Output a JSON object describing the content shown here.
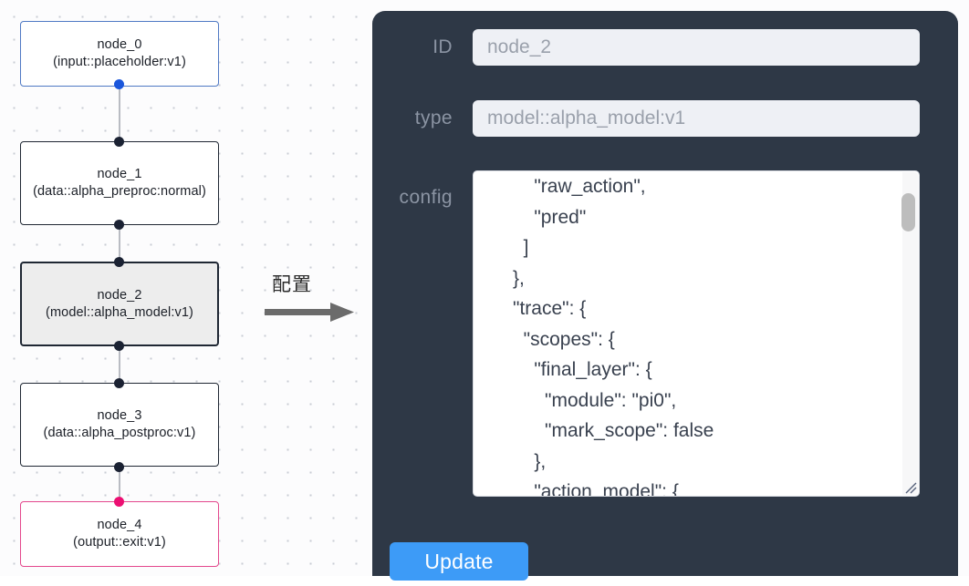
{
  "graph": {
    "nodes": [
      {
        "id": "node_0",
        "title": "node_0",
        "subtitle": "(input::placeholder:v1)",
        "kind": "input",
        "selected": false
      },
      {
        "id": "node_1",
        "title": "node_1",
        "subtitle": "(data::alpha_preproc:normal)",
        "kind": "default",
        "selected": false
      },
      {
        "id": "node_2",
        "title": "node_2",
        "subtitle": "(model::alpha_model:v1)",
        "kind": "model",
        "selected": true
      },
      {
        "id": "node_3",
        "title": "node_3",
        "subtitle": "(data::alpha_postproc:v1)",
        "kind": "default",
        "selected": false
      },
      {
        "id": "node_4",
        "title": "node_4",
        "subtitle": "(output::exit:v1)",
        "kind": "output",
        "selected": false
      }
    ],
    "colors": {
      "input_border": "#4f79c4",
      "output_border": "#e4488d",
      "default_border": "#1f2733",
      "selected_fill": "#ededed",
      "edge": "#b9bcc3",
      "port": "#1b2233",
      "port_input": "#1a56db",
      "port_output": "#ec0f72"
    }
  },
  "transition": {
    "label": "配置",
    "arrow_icon": "right-arrow-icon",
    "arrow_color": "#6b6b6b"
  },
  "panel": {
    "background": "#2e3846",
    "fields": {
      "id": {
        "label": "ID",
        "value": "node_2",
        "placeholder": "node id"
      },
      "type": {
        "label": "type",
        "value": "model::alpha_model:v1",
        "placeholder": "node type"
      },
      "config": {
        "label": "config",
        "value": "          \"raw_action\",\n          \"pred\"\n        ]\n      },\n      \"trace\": {\n        \"scopes\": {\n          \"final_layer\": {\n            \"module\": \"pi0\",\n            \"mark_scope\": false\n          },\n          \"action_model\": {",
        "placeholder": "config json"
      }
    },
    "update_button": {
      "label": "Update",
      "color": "#3d9bf7"
    },
    "scrollbar": {
      "thumb_color": "#bdbdbd"
    }
  }
}
